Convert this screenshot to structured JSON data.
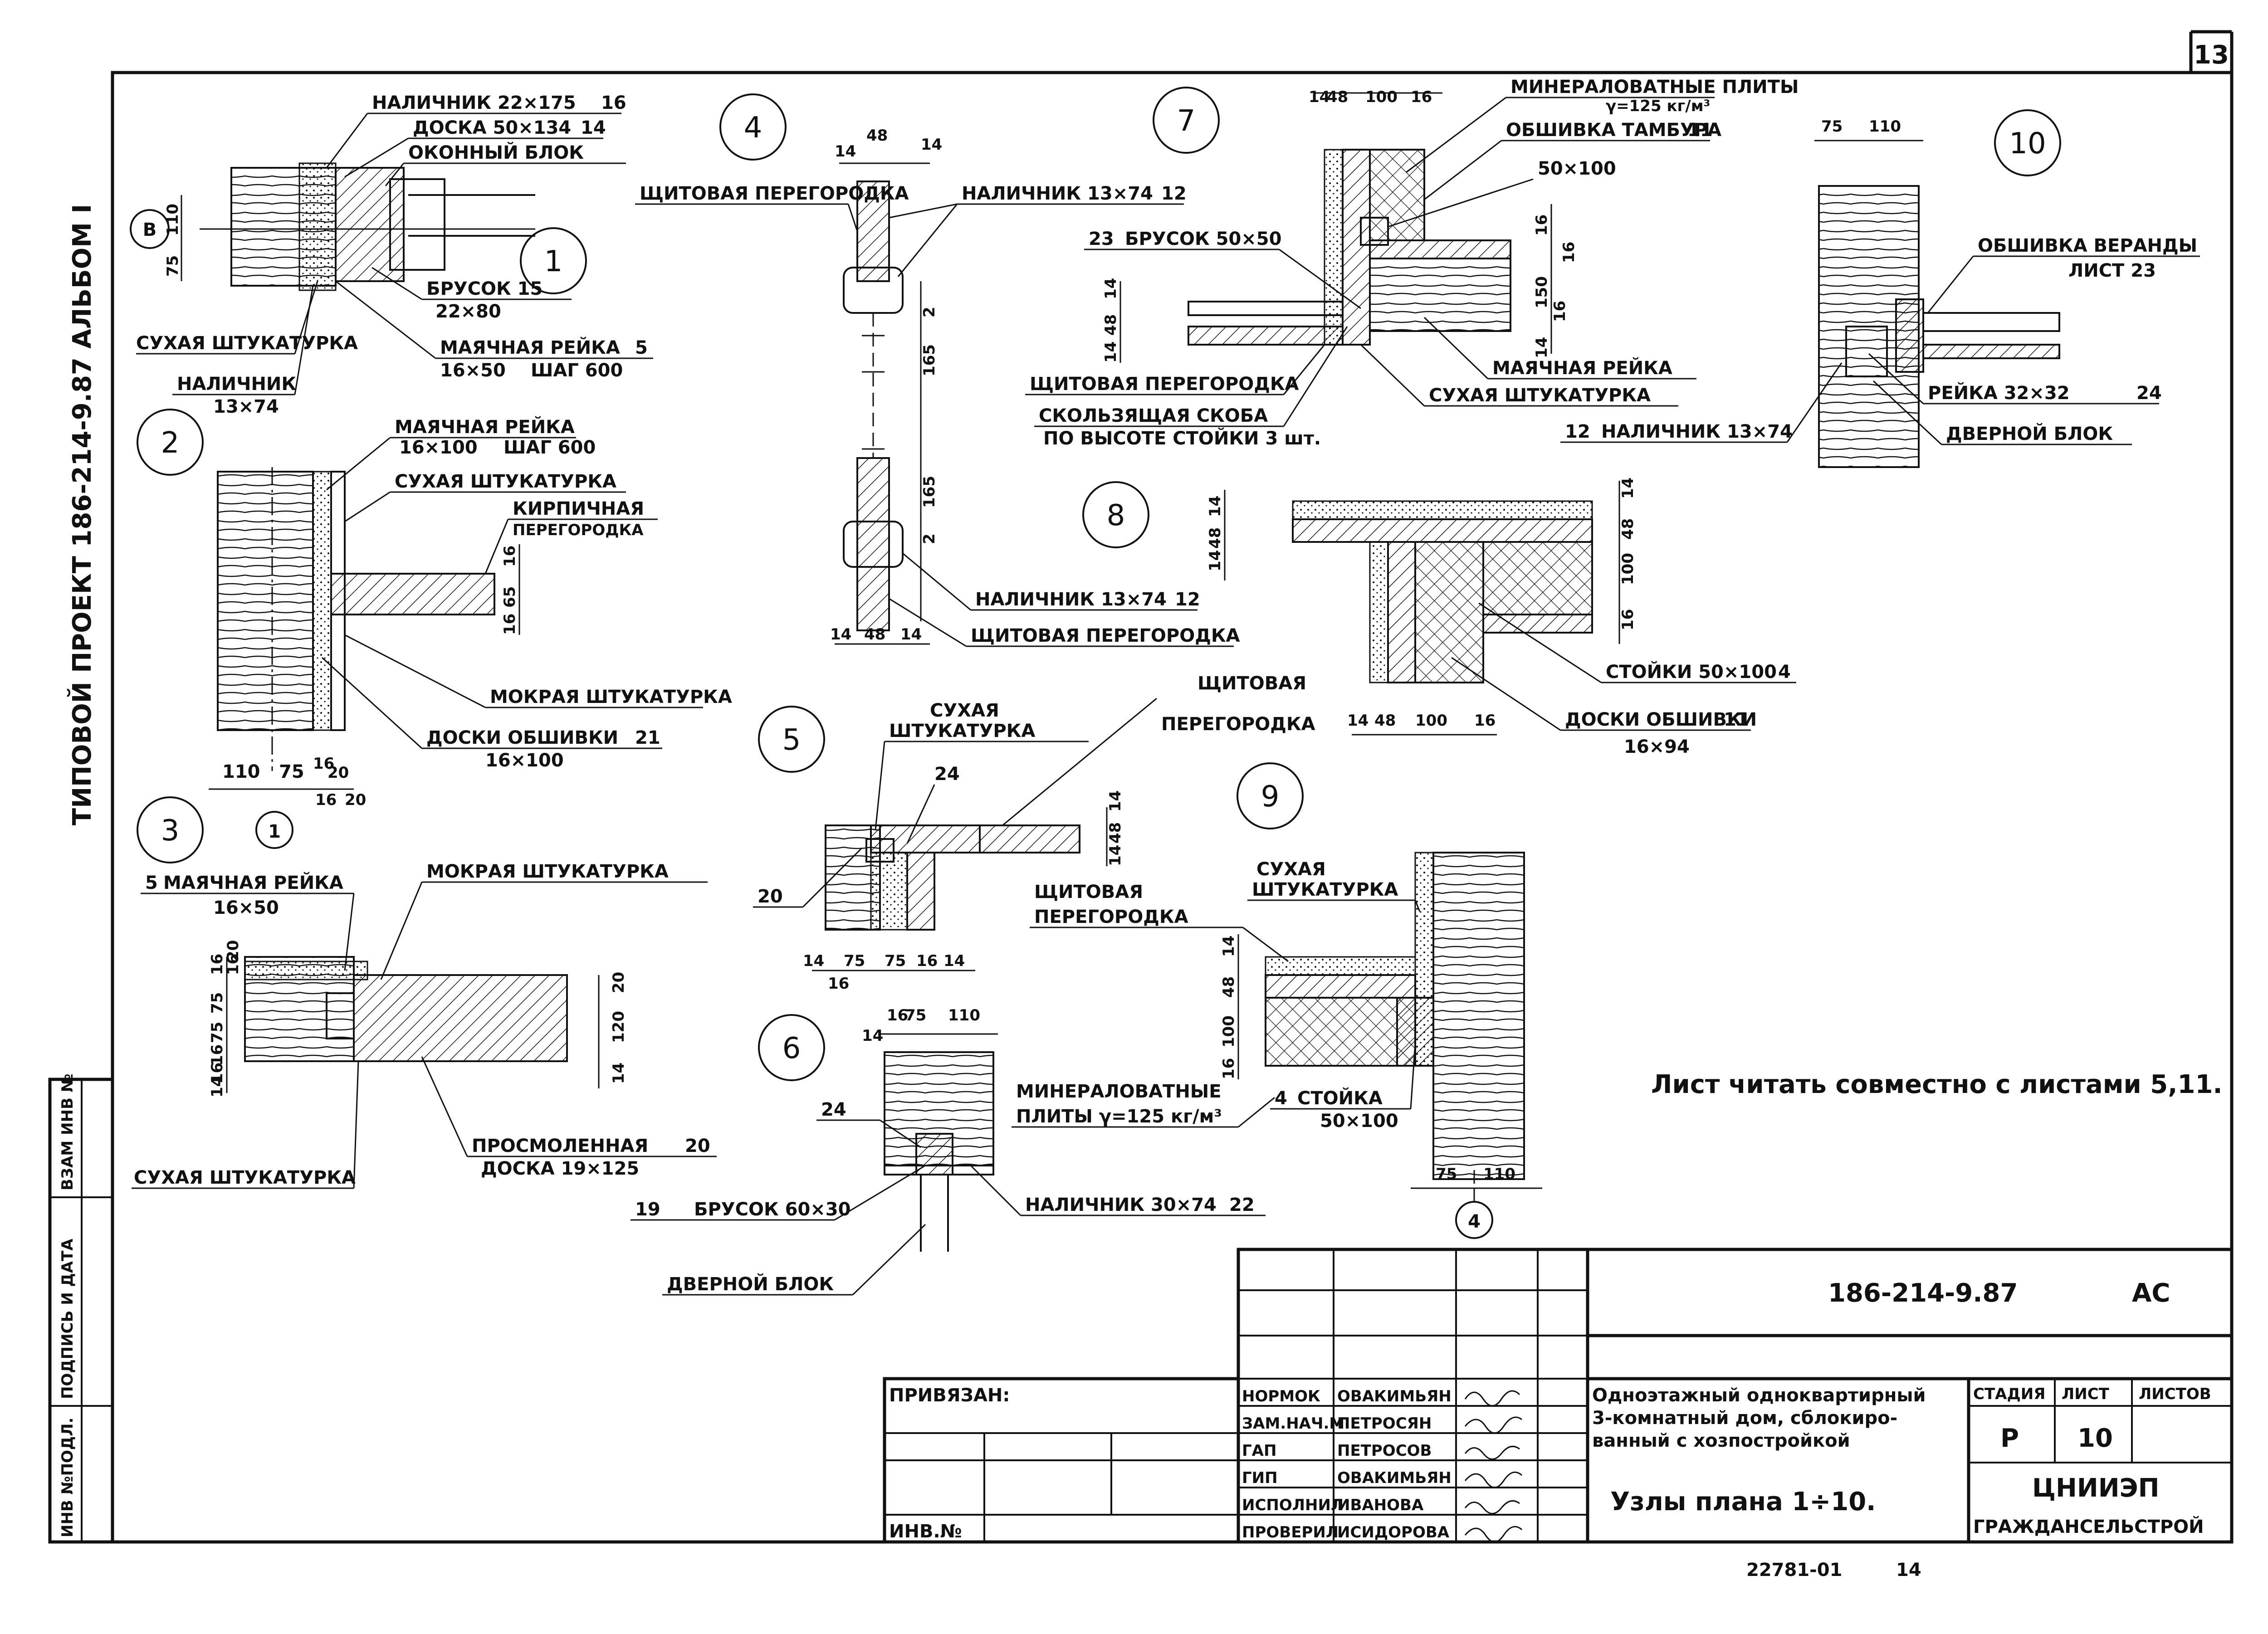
{
  "sheet": {
    "number": "13",
    "side_title": "ТИПОВОЙ ПРОЕКТ 186-214-9.87 АЛЬБОМ I",
    "side_boxes": [
      "ИНВ №ПОДЛ.",
      "ПОДПИСЬ И ДАТА",
      "ВЗАМ ИНВ №"
    ],
    "note": "Лист читать совместно с листами 5,11.",
    "footer_left": "22781-01",
    "footer_right": "14"
  },
  "details": [
    {
      "id": "d1",
      "circle": "1",
      "labels": [
        "НАЛИЧНИК 22×175",
        "16",
        "ДОСКА 50×134",
        "14",
        "ОКОННЫЙ БЛОК",
        "БРУСОК 15",
        "22×80",
        "МАЯЧНАЯ РЕЙКА",
        "5",
        "16×50",
        "ШАГ 600",
        "СУХАЯ ШТУКАТУРКА",
        "НАЛИЧНИК",
        "13×74",
        "В",
        "110",
        "75"
      ]
    },
    {
      "id": "d2",
      "circle": "2",
      "labels": [
        "МАЯЧНАЯ РЕЙКА",
        "16×100",
        "ШАГ 600",
        "СУХАЯ ШТУКАТУРКА",
        "КИРПИЧНАЯ",
        "ПЕРЕГОРОДКА",
        "МОКРАЯ ШТУКАТУРКА",
        "ДОСКИ ОБШИВКИ",
        "21",
        "16×100",
        "110",
        "75",
        "16",
        "20",
        "16",
        "20",
        "1",
        "16",
        "65",
        "16"
      ]
    },
    {
      "id": "d3",
      "circle": "3",
      "labels": [
        "5",
        "МАЯЧНАЯ РЕЙКА",
        "16×50",
        "МОКРАЯ ШТУКАТУРКА",
        "ПРОСМОЛЕННАЯ",
        "20",
        "ДОСКА 19×125",
        "СУХАЯ ШТУКАТУРКА",
        "16",
        "75",
        "16",
        "20",
        "20",
        "120",
        "14",
        "16",
        "75",
        "16",
        "14"
      ]
    },
    {
      "id": "d4",
      "circle": "4",
      "labels": [
        "ЩИТОВАЯ ПЕРЕГОРОДКА",
        "НАЛИЧНИК 13×74",
        "12",
        "НАЛИЧНИК 13×74",
        "12",
        "ЩИТОВАЯ ПЕРЕГОРОДКА",
        "48",
        "14",
        "14",
        "2",
        "165",
        "165",
        "2",
        "14",
        "48",
        "14"
      ]
    },
    {
      "id": "d5",
      "circle": "5",
      "labels": [
        "СУХАЯ",
        "ШТУКАТУРКА",
        "24",
        "20",
        "ЩИТОВАЯ",
        "ПЕРЕГОРОДКА",
        "48",
        "14",
        "14",
        "14",
        "75",
        "75",
        "16",
        "14",
        "16"
      ]
    },
    {
      "id": "d6",
      "circle": "6",
      "labels": [
        "16",
        "75",
        "110",
        "14",
        "24",
        "МИНЕРАЛОВАТНЫЕ",
        "ПЛИТЫ γ=125 кг/м³",
        "19",
        "БРУСОК 60×30",
        "НАЛИЧНИК 30×74",
        "22",
        "ДВЕРНОЙ БЛОК"
      ]
    },
    {
      "id": "d7",
      "circle": "7",
      "labels": [
        "14",
        "48",
        "100",
        "16",
        "МИНЕРАЛОВАТНЫЕ ПЛИТЫ",
        "γ=125 кг/м³",
        "ОБШИВКА ТАМБУРА",
        "11",
        "50×100",
        "23",
        "БРУСОК 50×50",
        "16",
        "16",
        "150",
        "16",
        "14",
        "14",
        "48",
        "14",
        "МАЯЧНАЯ РЕЙКА",
        "ЩИТОВАЯ ПЕРЕГОРОДКА",
        "СКОЛЬЗЯЩАЯ СКОБА",
        "ПО ВЫСОТЕ СТОЙКИ 3 шт.",
        "СУХАЯ ШТУКАТУРКА"
      ]
    },
    {
      "id": "d8",
      "circle": "8",
      "labels": [
        "14",
        "48",
        "14",
        "14",
        "48",
        "100",
        "16",
        "СТОЙКИ 50×100",
        "4",
        "ДОСКИ ОБШИВКИ",
        "11",
        "16×94",
        "14",
        "48",
        "100",
        "16"
      ]
    },
    {
      "id": "d9",
      "circle": "9",
      "labels": [
        "СУХАЯ",
        "ШТУКАТУРКА",
        "ЩИТОВАЯ",
        "ПЕРЕГОРОДКА",
        "14",
        "48",
        "100",
        "16",
        "4",
        "СТОЙКА",
        "50×100",
        "75",
        "110",
        "4"
      ]
    },
    {
      "id": "d10",
      "circle": "10",
      "labels": [
        "75",
        "110",
        "ОБШИВКА ВЕРАНДЫ",
        "ЛИСТ 23",
        "РЕЙКА 32×32",
        "24",
        "12",
        "НАЛИЧНИК 13×74",
        "ДВЕРНОЙ БЛОК"
      ]
    }
  ],
  "title_block": {
    "code": "186-214-9.87",
    "mark": "АС",
    "privyazan": "ПРИВЯЗАН:",
    "inv": "ИНВ.№",
    "roles": [
      {
        "role": "НОРМОК",
        "name": "ОВАКИМЬЯН"
      },
      {
        "role": "ЗАМ.НАЧ.М",
        "name": "ПЕТРОСЯН"
      },
      {
        "role": "ГАП",
        "name": "ПЕТРОСОВ"
      },
      {
        "role": "ГИП",
        "name": "ОВАКИМЬЯН"
      },
      {
        "role": "ИСПОЛНИЛ",
        "name": "ИВАНОВА"
      },
      {
        "role": "ПРОВЕРИЛ",
        "name": "ИСИДОРОВА"
      }
    ],
    "project": [
      "Одноэтажный одноквартирный",
      "3-комнатный дом, сблокиро-",
      "ванный с хозпостройкой"
    ],
    "sheet_title": "Узлы плана 1÷10.",
    "stage_h": "СТАДИЯ",
    "list_h": "ЛИСТ",
    "lists_h": "ЛИСТОВ",
    "stage": "Р",
    "list": "10",
    "lists": "",
    "org1": "ЦНИИЭП",
    "org2": "ГРАЖДАНСЕЛЬСТРОЙ"
  }
}
